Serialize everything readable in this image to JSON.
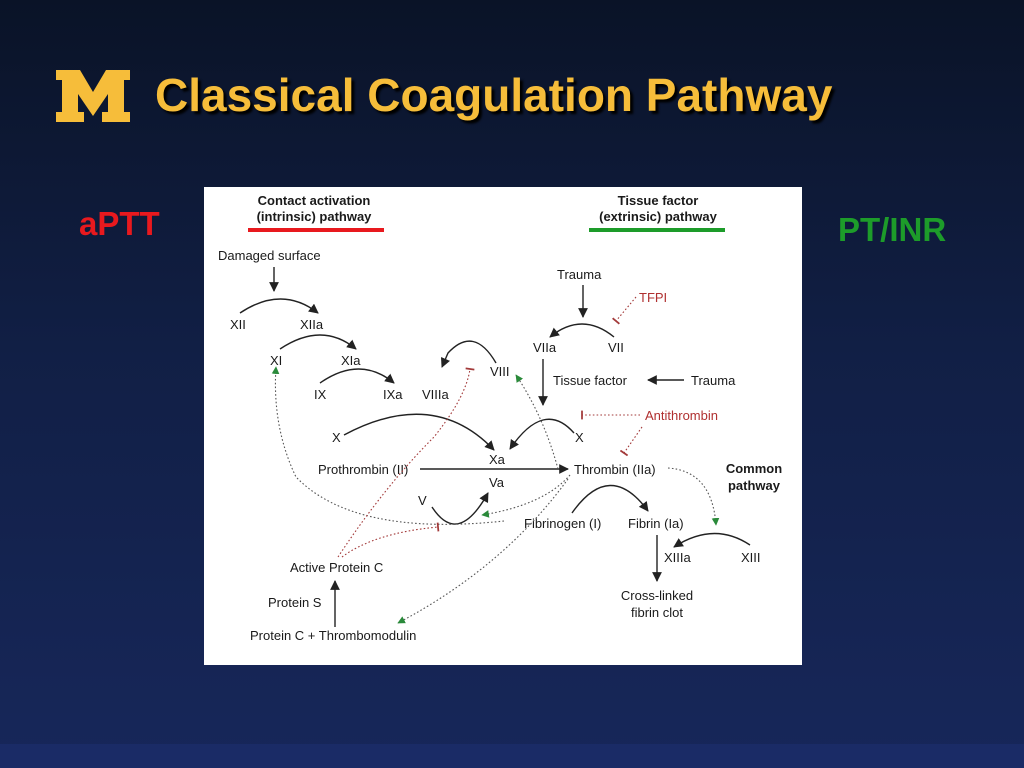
{
  "slide": {
    "title": "Classical Coagulation Pathway",
    "logo_letter": "M",
    "left_label": "aPTT",
    "right_label": "PT/INR"
  },
  "colors": {
    "title": "#f6bd3a",
    "aptt": "#e8191e",
    "pt_inr": "#1d9c2a",
    "intrinsic_bar": "#e8191e",
    "extrinsic_bar": "#1d9c2a",
    "inhibitor": "#b03030"
  },
  "diagram": {
    "intrinsic_header": [
      "Contact activation",
      "(intrinsic) pathway"
    ],
    "extrinsic_header": [
      "Tissue factor",
      "(extrinsic) pathway"
    ],
    "common_header": [
      "Common",
      "pathway"
    ],
    "labels": {
      "damaged_surface": "Damaged surface",
      "xii": "XII",
      "xiia": "XIIa",
      "xi": "XI",
      "xia": "XIa",
      "ix": "IX",
      "ixa": "IXa",
      "viiia": "VIIIa",
      "viii": "VIII",
      "x_left": "X",
      "xa": "Xa",
      "va": "Va",
      "v": "V",
      "prothrombin": "Prothrombin (II)",
      "thrombin": "Thrombin (IIa)",
      "fibrinogen": "Fibrinogen (I)",
      "fibrin": "Fibrin (Ia)",
      "xiiia": "XIIIa",
      "xiii": "XIII",
      "cross_linked": [
        "Cross-linked",
        "fibrin clot"
      ],
      "active_protein_c": "Active Protein C",
      "protein_s": "Protein S",
      "protein_c_tm": "Protein C + Thrombomodulin",
      "trauma_top": "Trauma",
      "tfpi": "TFPI",
      "viia": "VIIa",
      "vii": "VII",
      "tissue_factor": "Tissue factor",
      "trauma_right": "Trauma",
      "antithrombin": "Antithrombin",
      "x_right": "X"
    }
  }
}
